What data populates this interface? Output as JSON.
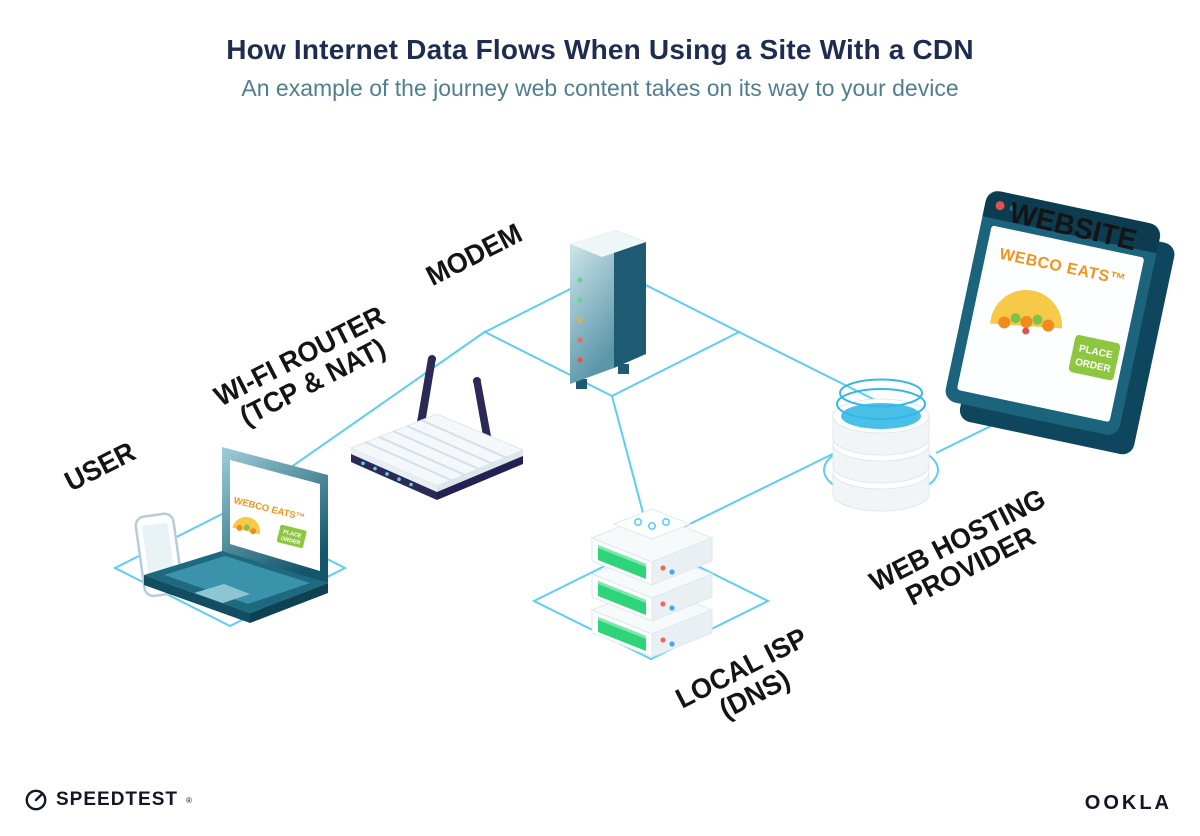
{
  "header": {
    "title": "How Internet Data Flows When Using a Site With a CDN",
    "subtitle": "An example of the journey web content takes on its way to your device"
  },
  "labels": {
    "user": "USER",
    "router": [
      "WI-FI ROUTER",
      "(TCP & NAT)"
    ],
    "modem": "MODEM",
    "isp": [
      "LOCAL ISP",
      "(DNS)"
    ],
    "hosting": [
      "WEB HOSTING",
      "PROVIDER"
    ],
    "website": "WEBSITE"
  },
  "webco_site": {
    "brand": "WEBCO EATS™",
    "order_button": [
      "PLACE",
      "ORDER"
    ]
  },
  "footer": {
    "speedtest_wordmark": "SPEEDTEST",
    "speedtest_mark": "®",
    "ookla_wordmark": "OOKLA"
  },
  "colors": {
    "connector": "#5ecdf2",
    "title_text": "#1d2c4f",
    "subtitle_text": "#507e90",
    "label_text": "#141414",
    "brand_orange": "#f0941f",
    "button_green": "#8dc63f",
    "server_green": "#2ed47a",
    "device_teal": "#1c647c",
    "router_navy": "#2b2a55",
    "water_blue": "#49c0e8"
  }
}
